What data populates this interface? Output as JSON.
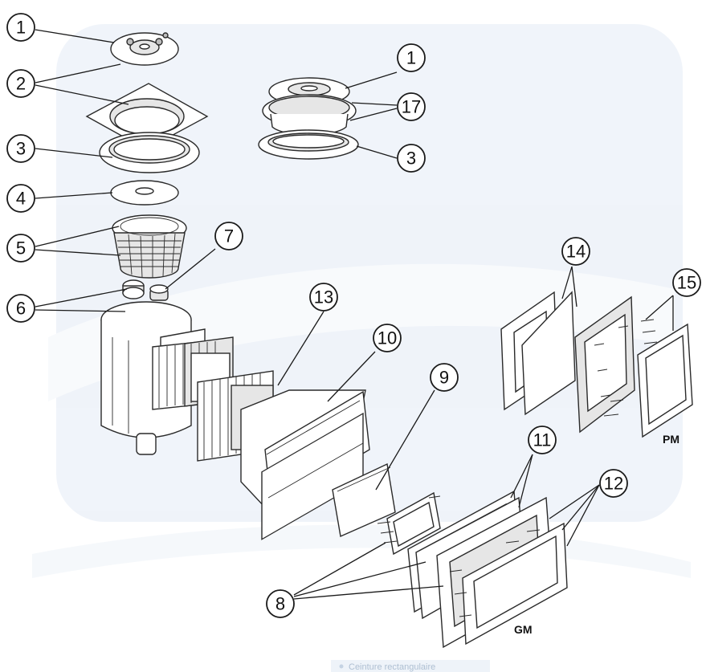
{
  "callouts": [
    "1",
    "2",
    "3",
    "4",
    "5",
    "6",
    "7",
    "1",
    "17",
    "3",
    "13",
    "10",
    "9",
    "14",
    "15",
    "11",
    "12",
    "8"
  ],
  "size_labels": {
    "pm": "PM",
    "gm": "GM"
  },
  "footer": {
    "caption": "Ceinture rectangulaire"
  },
  "colors": {
    "watermark": "#dbe6f2",
    "line": "#2a2a2a",
    "footer_bg": "#eef3f9"
  }
}
